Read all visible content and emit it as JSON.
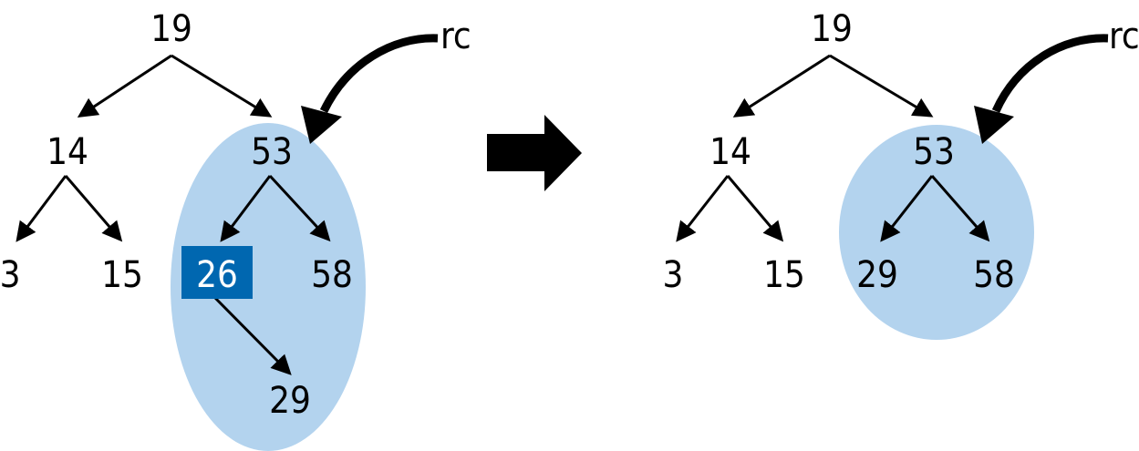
{
  "colors": {
    "subtree_fill": "#b3d3ee",
    "highlight_fill": "#0067b0",
    "stroke": "#000000"
  },
  "left_tree": {
    "nodes": {
      "n19": "19",
      "n14": "14",
      "n53": "53",
      "n3": "3",
      "n15": "15",
      "n26": "26",
      "n58": "58",
      "n29": "29"
    },
    "pointer_label": "rc"
  },
  "right_tree": {
    "nodes": {
      "n19": "19",
      "n14": "14",
      "n53": "53",
      "n3": "3",
      "n15": "15",
      "n29": "29",
      "n58": "58"
    },
    "pointer_label": "rc"
  },
  "transition_icon": "right-arrow-icon"
}
